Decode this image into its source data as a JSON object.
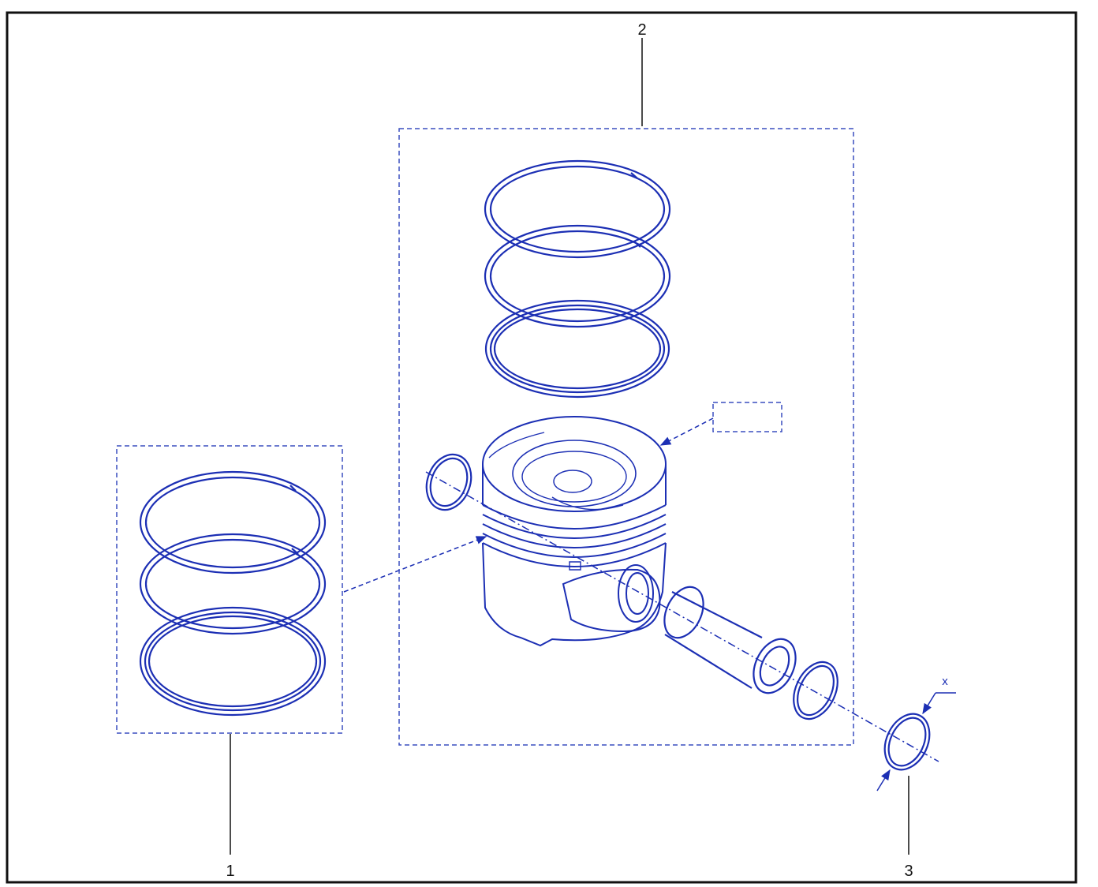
{
  "diagram": {
    "callouts": [
      {
        "id": "callout-1",
        "label": "1"
      },
      {
        "id": "callout-2",
        "label": "2"
      },
      {
        "id": "callout-3",
        "label": "3"
      }
    ],
    "dimension_label": "x"
  },
  "colors": {
    "line": "#1c2fb4",
    "frame": "#111111",
    "background": "#ffffff"
  }
}
